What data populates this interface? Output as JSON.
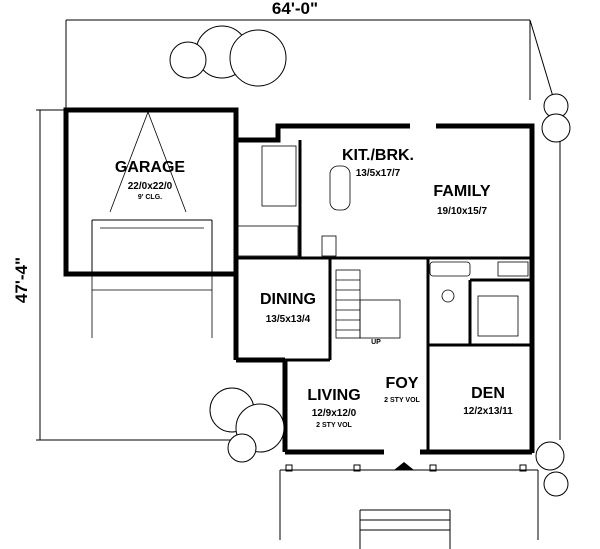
{
  "overall": {
    "width": "64'-0\"",
    "depth": "47'-4\""
  },
  "rooms": {
    "garage": {
      "name": "GARAGE",
      "size": "22/0x22/0",
      "note": "9' CLG."
    },
    "kitchen": {
      "name": "KIT./BRK.",
      "size": "13/5x17/7"
    },
    "family": {
      "name": "FAMILY",
      "size": "19/10x15/7"
    },
    "dining": {
      "name": "DINING",
      "size": "13/5x13/4"
    },
    "living": {
      "name": "LIVING",
      "size": "12/9x12/0",
      "note": "2 STY VOL"
    },
    "foyer": {
      "name": "FOY",
      "note": "2 STY VOL"
    },
    "den": {
      "name": "DEN",
      "size": "12/2x13/11"
    }
  },
  "stair": {
    "label": "UP"
  }
}
